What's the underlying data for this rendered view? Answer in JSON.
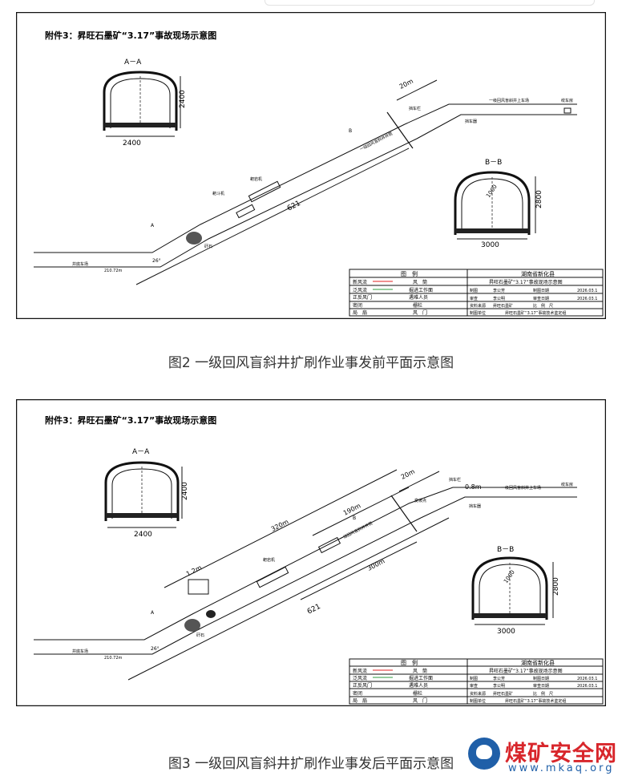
{
  "figures": [
    {
      "header": "附件3：昇旺石墨矿“3.17”事故现场示意图",
      "section_aa": {
        "title": "A－A",
        "width": "2400",
        "height": "2400"
      },
      "section_bb": {
        "title": "B－B",
        "width": "3000",
        "height": "2800",
        "radius": "1000"
      },
      "dim_20m": "20m",
      "dim_621": "621",
      "label_a": "A",
      "label_b": "B",
      "label_parking": "挡车栏",
      "label_parking2": "挡车器",
      "label_upper": "一级回风盲斜井上车场",
      "label_winch": "绞车房",
      "label_shaft": "一级回风盲斜井井筒",
      "label_scraper": "耙岩机",
      "label_scraper2": "耙斗机",
      "label_rock": "矸石",
      "label_bottom": "井底车场",
      "label_elev": "210.72m",
      "label_angle": "26°",
      "legend": {
        "title": "图　例",
        "rows": [
          [
            "新风流",
            "风　筒"
          ],
          [
            "泛风流",
            "掘进工作面"
          ],
          [
            "正反风门",
            "遇难人员"
          ],
          [
            "密闭",
            "栅栏"
          ],
          [
            "局　扇",
            "风　门"
          ]
        ],
        "org": "湖南省新化县",
        "name": "昇旺石墨矿“3.17”事故现场示意图",
        "r1": [
          "制图",
          "李公芳",
          "制图日期",
          "2026.03.1"
        ],
        "r2": [
          "审查",
          "李公明",
          "审查日期",
          "2026.03.1"
        ],
        "r3": [
          "资料来源",
          "昇旺石墨矿",
          "比　例　尺",
          ""
        ],
        "r4": [
          "制图单位",
          "昇旺石墨矿“3.17”事故技术鉴定组"
        ]
      }
    },
    {
      "header": "附件3：昇旺石墨矿“3.17”事故现场示意图",
      "section_aa": {
        "title": "A－A",
        "width": "2400",
        "height": "2400"
      },
      "section_bb": {
        "title": "B－B",
        "width": "3000",
        "height": "2800",
        "radius": "1000"
      },
      "dim_20m": "20m",
      "dim_08m": "0.8m",
      "dim_320m": "320m",
      "dim_190m": "190m",
      "dim_300m": "300m",
      "dim_12m": "1.2m",
      "dim_621": "621",
      "label_a": "A",
      "label_b": "B",
      "label_parking": "挡车栏",
      "label_parking2": "挡车器",
      "label_upper": "一级回风盲斜井上车场",
      "label_winch": "绞车房",
      "label_shaft": "一级回风盲斜井井筒",
      "label_scraper": "耙岩机",
      "label_rock": "矸石",
      "label_bottom": "井底车场",
      "label_elev": "210.72m",
      "label_angle": "26°",
      "label_bend": "变坡点",
      "legend": {
        "title": "图　例",
        "rows": [
          [
            "新风流",
            "风　筒"
          ],
          [
            "泛风流",
            "掘进工作面"
          ],
          [
            "正反风门",
            "遇难人员"
          ],
          [
            "密闭",
            "栅栏"
          ],
          [
            "局　扇",
            "风　门"
          ]
        ],
        "org": "湖南省新化县",
        "name": "昇旺石墨矿“3.17”事故现场示意图",
        "r1": [
          "制图",
          "李公芳",
          "制图日期",
          "2026.03.1"
        ],
        "r2": [
          "审查",
          "李公明",
          "审查日期",
          "2026.03.1"
        ],
        "r3": [
          "资料来源",
          "昇旺石墨矿",
          "比　例　尺",
          ""
        ],
        "r4": [
          "制图单位",
          "昇旺石墨矿“3.17”事故技术鉴定组"
        ]
      }
    }
  ],
  "captions": {
    "fig2": "图2 一级回风盲斜井扩刷作业事发前平面示意图",
    "fig3": "图3 一级回风盲斜井扩刷作业事发后平面示意图"
  },
  "watermark": {
    "brand": "煤矿安全网",
    "url": "www.mkaq.org"
  },
  "colors": {
    "fresh_air": "#e02020",
    "return_air": "#2e9e3e",
    "watermark_red": "#d8262b",
    "watermark_blue": "#1f5fa8"
  }
}
